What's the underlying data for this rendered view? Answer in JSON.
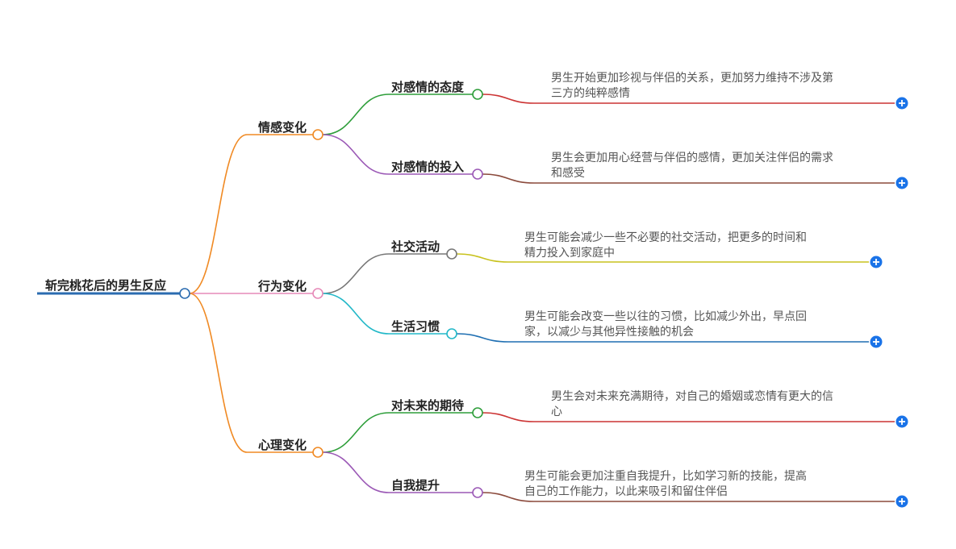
{
  "root": {
    "label": "斩完桃花后的男生反应",
    "color": "#2b6cb0"
  },
  "branches": [
    {
      "label": "情感变化",
      "color": "#f08a24",
      "children": [
        {
          "label": "对感情的态度",
          "color": "#2e9e3a",
          "leaf_color": "#cc3333",
          "text": [
            "男生开始更加珍视与伴侣的关系，更加努力维持不涉及第",
            "三方的纯粹感情"
          ]
        },
        {
          "label": "对感情的投入",
          "color": "#9b59b6",
          "leaf_color": "#8b4a3c",
          "text": [
            "男生会更加用心经营与伴侣的感情，更加关注伴侣的需求",
            "和感受"
          ]
        }
      ]
    },
    {
      "label": "行为变化",
      "color": "#e68ab8",
      "children": [
        {
          "label": "社交活动",
          "color": "#777777",
          "leaf_color": "#c8c21e",
          "text": [
            "男生可能会减少一些不必要的社交活动，把更多的时间和",
            "精力投入到家庭中"
          ]
        },
        {
          "label": "生活习惯",
          "color": "#22b8c8",
          "leaf_color": "#1f6fb2",
          "text": [
            "男生可能会改变一些以往的习惯，比如减少外出，早点回",
            "家，以减少与其他异性接触的机会"
          ]
        }
      ]
    },
    {
      "label": "心理变化",
      "color": "#f08a24",
      "children": [
        {
          "label": "对未来的期待",
          "color": "#2e9e3a",
          "leaf_color": "#cc3333",
          "text": [
            "男生会对未来充满期待，对自己的婚姻或恋情有更大的信",
            "心"
          ]
        },
        {
          "label": "自我提升",
          "color": "#9b59b6",
          "leaf_color": "#8b4a3c",
          "text": [
            "男生可能会更加注重自我提升，比如学习新的技能，提高",
            "自己的工作能力，以此来吸引和留住伴侣"
          ]
        }
      ]
    }
  ],
  "expand_color": "#1a73e8"
}
